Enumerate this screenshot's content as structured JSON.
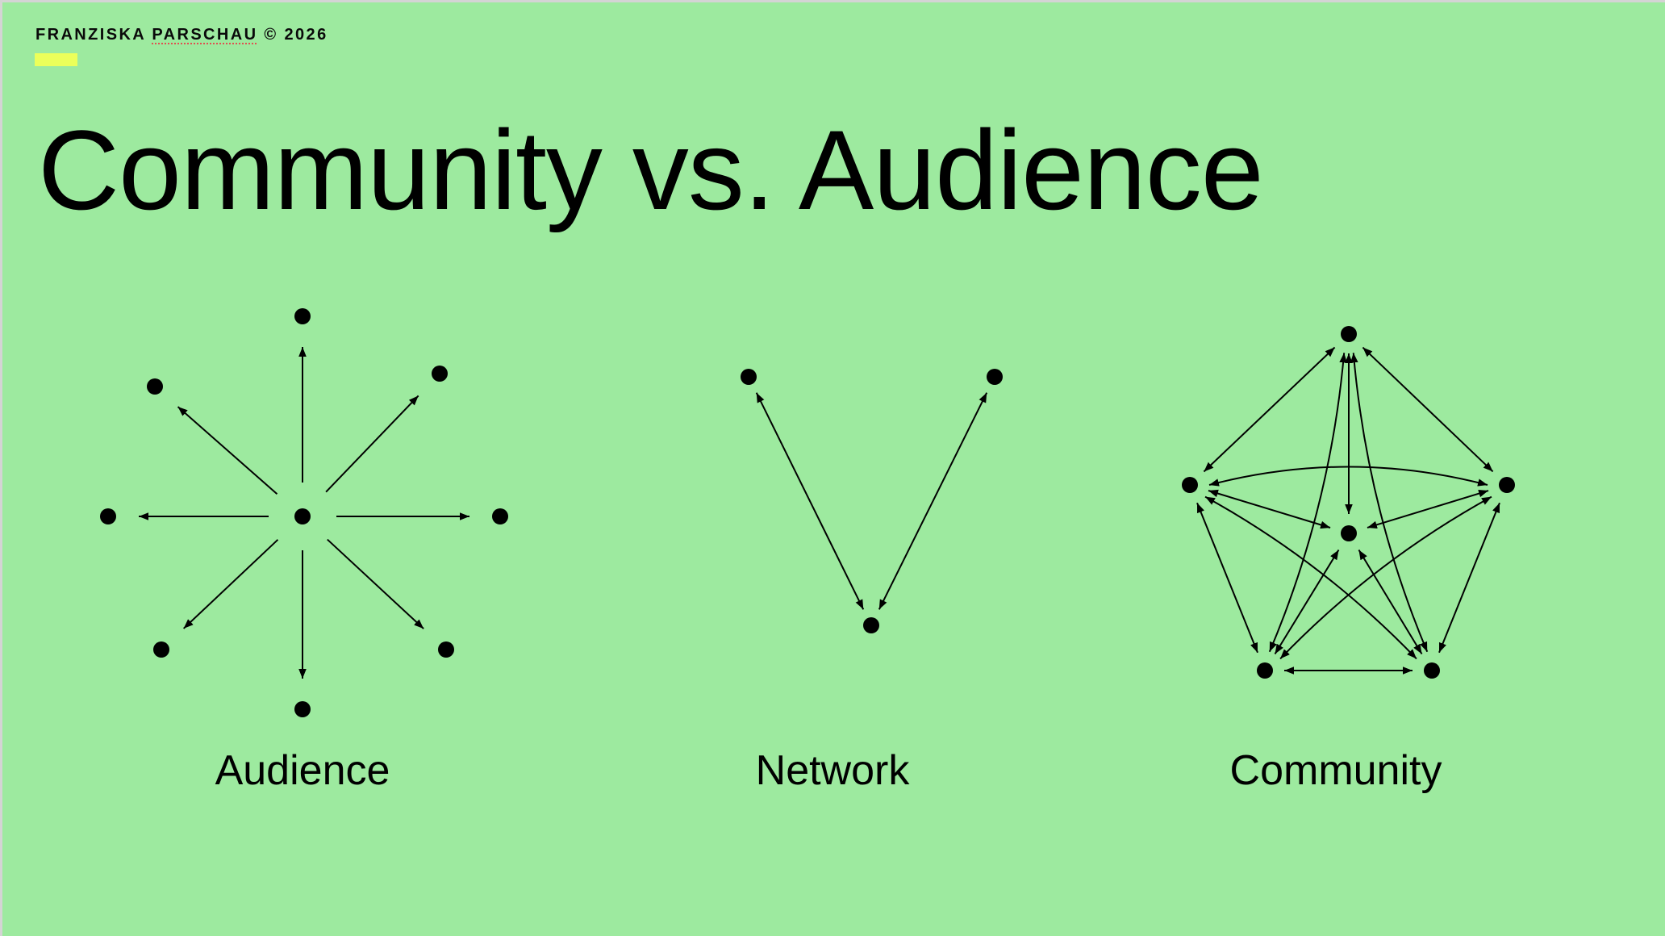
{
  "header": {
    "author_first": "FRANZISKA",
    "author_last": "PARSCHAU",
    "copyright": "© 2026"
  },
  "title": "Community vs. Audience",
  "diagrams": [
    {
      "label": "Audience",
      "kind": "one-to-many, outward arrows from center to 8 nodes"
    },
    {
      "label": "Network",
      "kind": "two nodes each connected to one bottom node"
    },
    {
      "label": "Community",
      "kind": "6 nodes fully connected with bidirectional arrows"
    }
  ],
  "colors": {
    "background": "#9dea9f",
    "accent": "#ecff5a",
    "ink": "#000000"
  }
}
